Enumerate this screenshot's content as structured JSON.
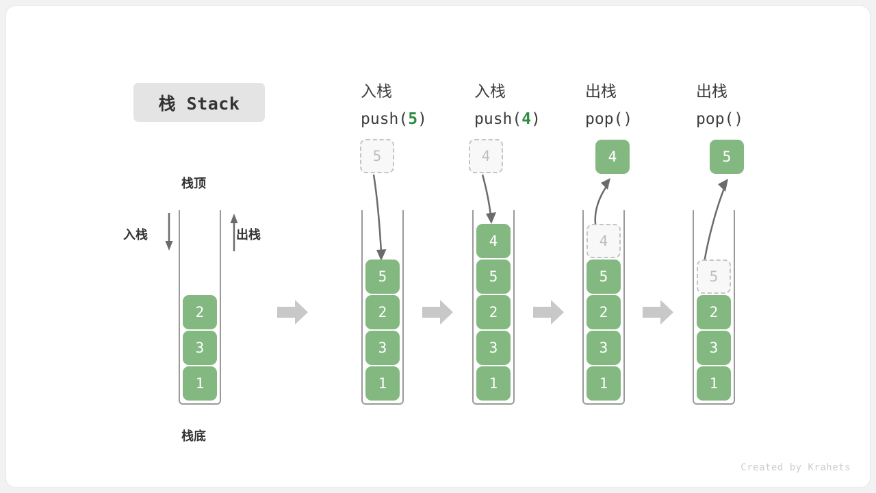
{
  "title": {
    "badge_label": "栈 Stack"
  },
  "colors": {
    "cell_fill": "#84b881",
    "cell_text": "#ffffff",
    "ghost_fill": "#f8f8f8",
    "ghost_border": "#c4c4c4",
    "ghost_text": "#bdbdbd",
    "wall": "#9a9a9a",
    "arrow": "#6b6b6b",
    "block_arrow": "#c8c8c8",
    "badge_bg": "#e4e4e4",
    "accent_green": "#2e8b41",
    "card_bg": "#ffffff",
    "page_bg": "#f2f2f2"
  },
  "overview": {
    "top_label": "栈顶",
    "bottom_label": "栈底",
    "push_label": "入栈",
    "pop_label": "出栈",
    "cells": [
      "2",
      "3",
      "1"
    ]
  },
  "steps": [
    {
      "title_cn": "入栈",
      "code_prefix": "push(",
      "code_arg": "5",
      "code_suffix": ")",
      "floating": {
        "value": "5",
        "style": "ghost"
      },
      "arrow": "down-into-stack",
      "cells": [
        {
          "value": "5",
          "style": "solid"
        },
        {
          "value": "2",
          "style": "solid"
        },
        {
          "value": "3",
          "style": "solid"
        },
        {
          "value": "1",
          "style": "solid"
        }
      ]
    },
    {
      "title_cn": "入栈",
      "code_prefix": "push(",
      "code_arg": "4",
      "code_suffix": ")",
      "floating": {
        "value": "4",
        "style": "ghost"
      },
      "arrow": "down-into-stack",
      "cells": [
        {
          "value": "4",
          "style": "solid"
        },
        {
          "value": "5",
          "style": "solid"
        },
        {
          "value": "2",
          "style": "solid"
        },
        {
          "value": "3",
          "style": "solid"
        },
        {
          "value": "1",
          "style": "solid"
        }
      ]
    },
    {
      "title_cn": "出栈",
      "code_prefix": "pop(",
      "code_arg": "",
      "code_suffix": ")",
      "floating": {
        "value": "4",
        "style": "solid"
      },
      "arrow": "up-out-of-stack",
      "cells": [
        {
          "value": "4",
          "style": "ghost"
        },
        {
          "value": "5",
          "style": "solid"
        },
        {
          "value": "2",
          "style": "solid"
        },
        {
          "value": "3",
          "style": "solid"
        },
        {
          "value": "1",
          "style": "solid"
        }
      ]
    },
    {
      "title_cn": "出栈",
      "code_prefix": "pop(",
      "code_arg": "",
      "code_suffix": ")",
      "floating": {
        "value": "5",
        "style": "solid"
      },
      "arrow": "up-out-of-stack-long",
      "cells": [
        {
          "value": "5",
          "style": "ghost"
        },
        {
          "value": "2",
          "style": "solid"
        },
        {
          "value": "3",
          "style": "solid"
        },
        {
          "value": "1",
          "style": "solid"
        }
      ]
    }
  ],
  "footer": {
    "credit": "Created by Krahets"
  }
}
